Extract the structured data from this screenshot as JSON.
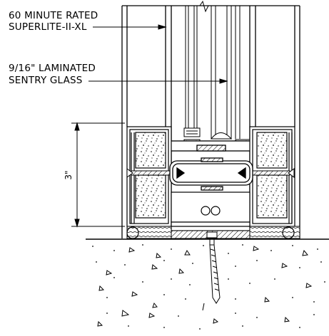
{
  "labels": {
    "glass_type_line1": "60 MINUTE RATED",
    "glass_type_line2": "SUPERLITE-II-XL",
    "lam_line1": "9/16\" LAMINATED",
    "lam_line2": "SENTRY GLASS"
  },
  "dimension": {
    "height_label": "3\""
  }
}
